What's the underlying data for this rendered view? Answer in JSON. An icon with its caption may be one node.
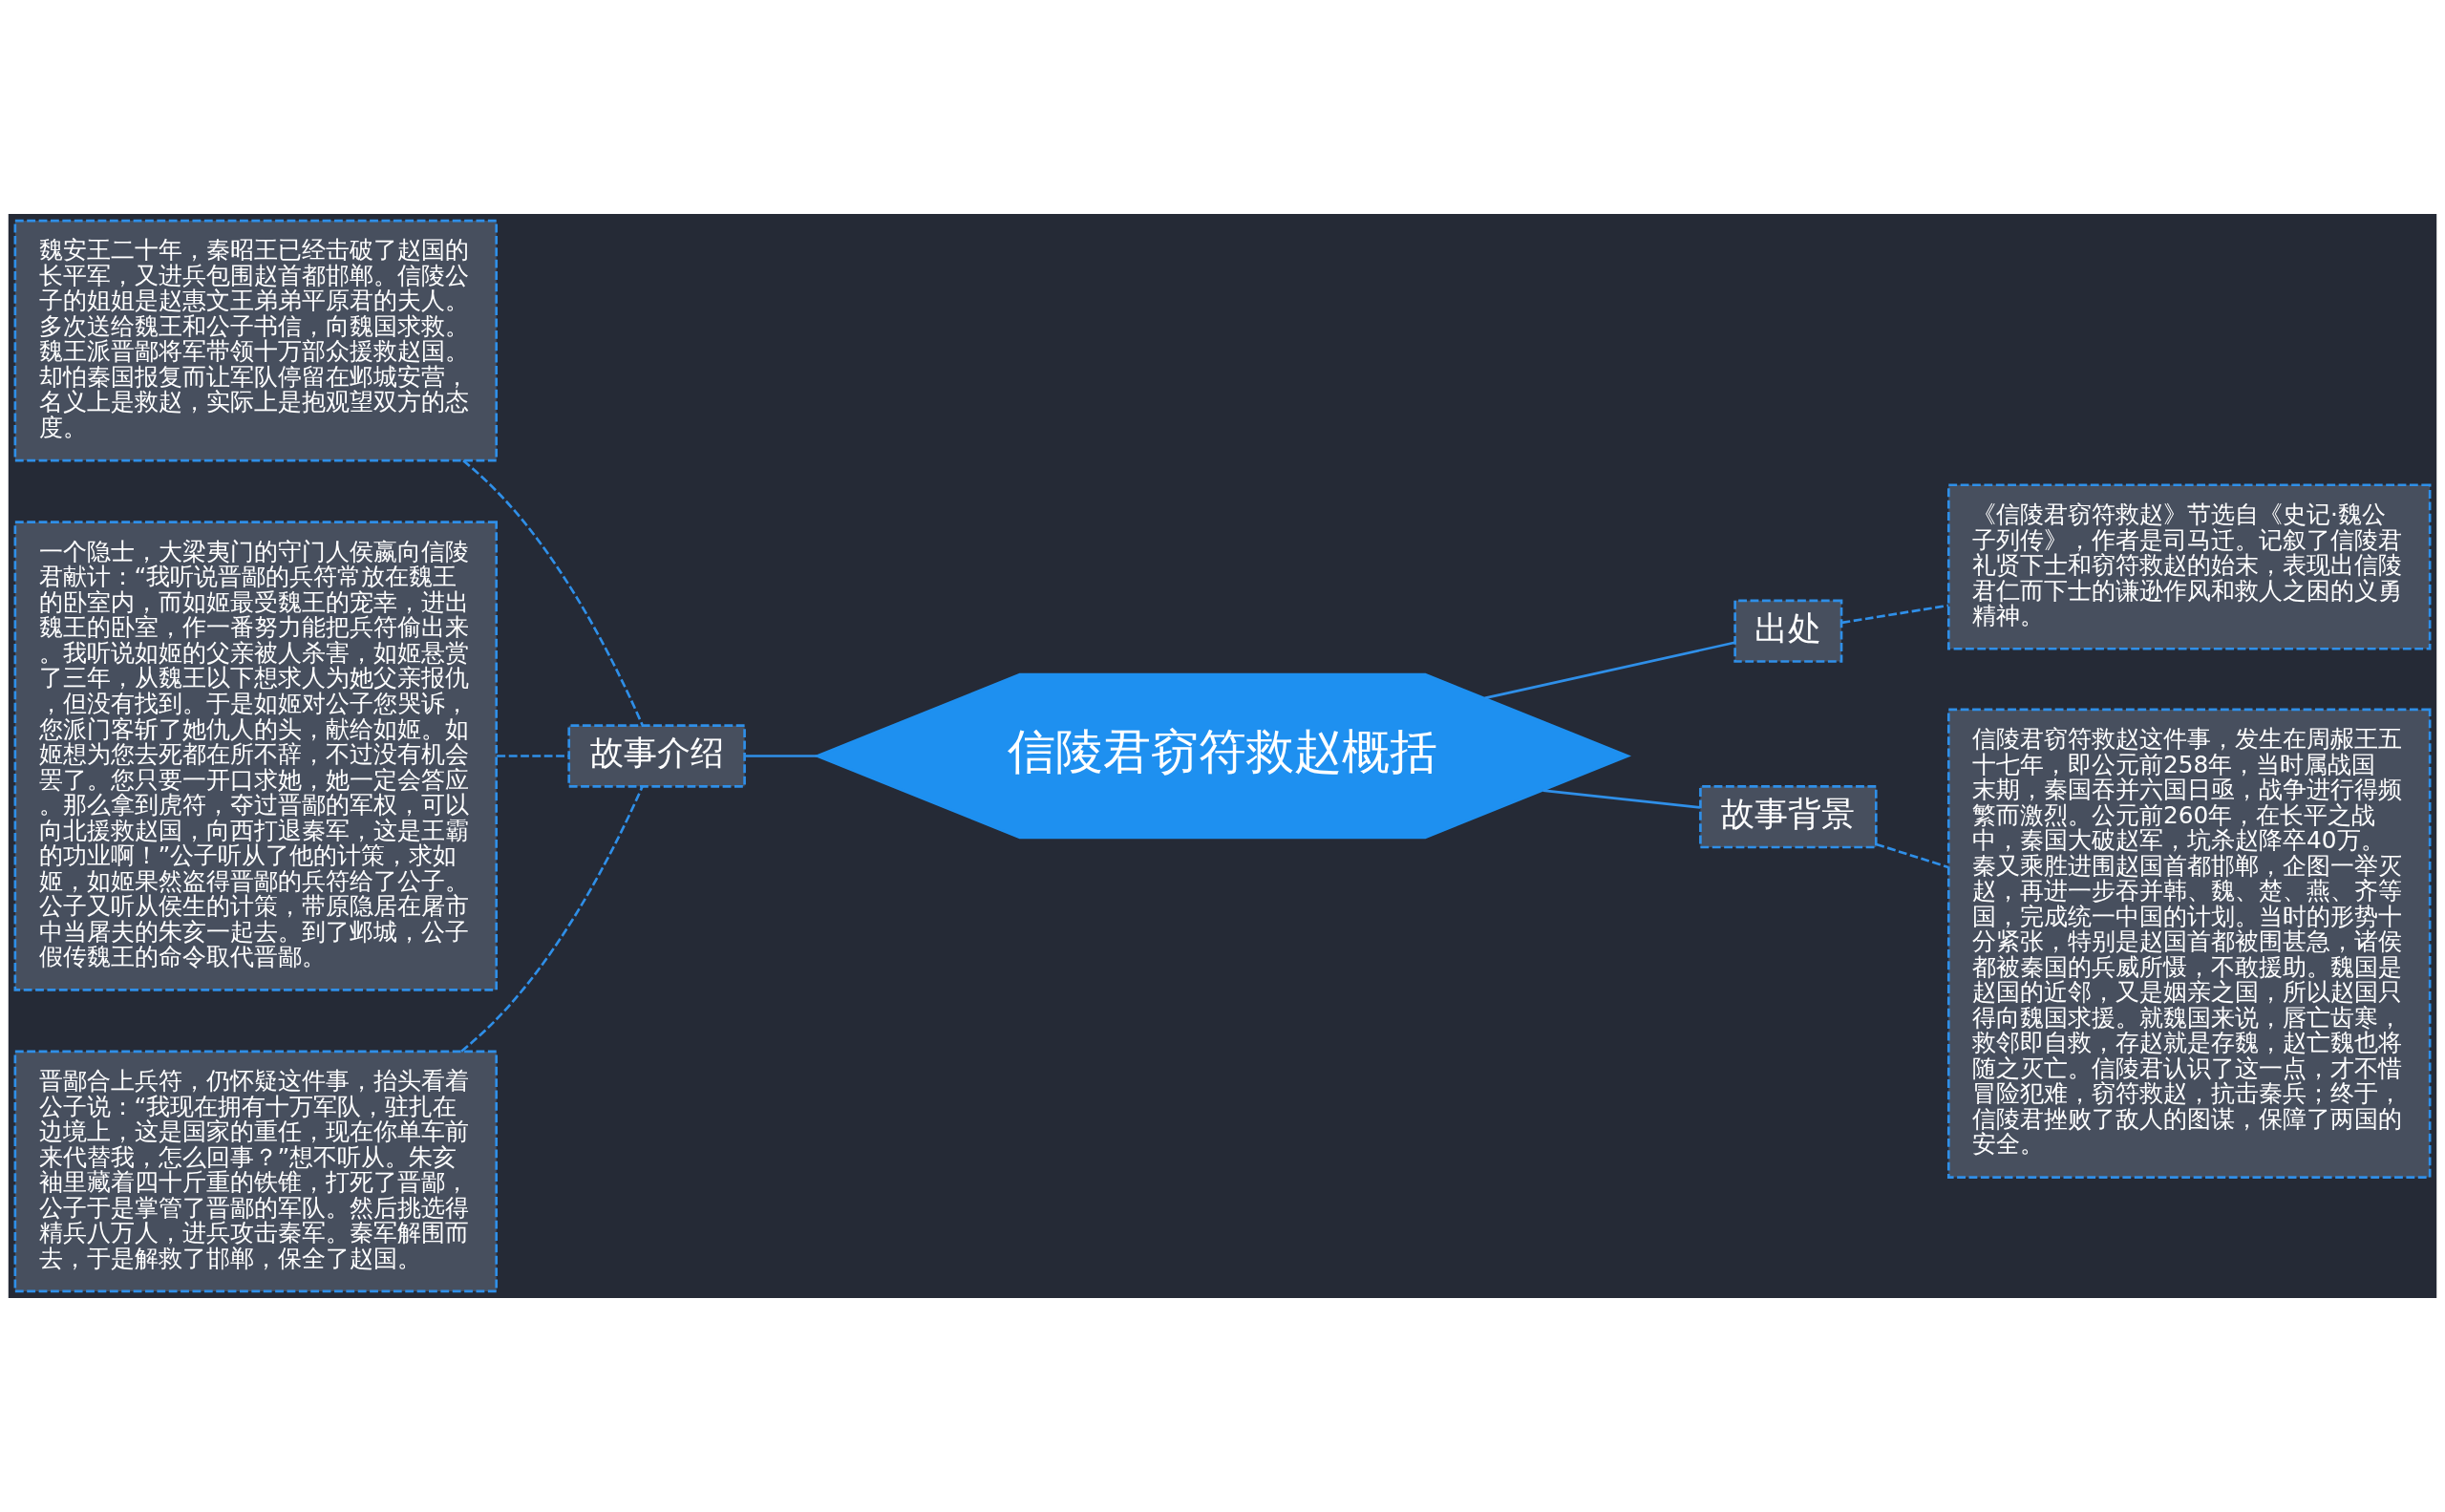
{
  "diagram": {
    "nodes": [
      {
        "text": [
          "信陵君窃符救赵概括"
        ]
      },
      {
        "text": [
          "故事介绍"
        ]
      },
      {
        "text": [
          "魏安王二十年，秦昭王已经击破了赵国的长平军，又进兵包围赵首都邯郸。信陵公子的姐姐是赵惠文王弟弟平原君的夫人。多次送给魏王和公子书信，向魏国求救。魏王派晋鄙将军带领十万部众援救赵国。却怕秦国报复而让军队停留在邺城安营，名义上是救赵，实际上是抱观望双方的态度。"
        ]
      },
      {
        "text": [
          "一个隐士，大梁夷门的守门人侯嬴向信陵君献计：“我听说晋鄙的兵符常放在魏王的卧室内，而如姬最受魏王的宠幸，进出魏王的卧室，作一番努力能把兵符偷出来。我听说如姬的父亲被人杀害，如姬悬赏了三年，从魏王以下想求人为她父亲报仇，但没有找到。于是如姬对公子您哭诉，您派门客斩了她仇人的头，献给如姬。如姬想为您去死都在所不辞，不过没有机会罢了。您只要一开口求她，她一定会答应。那么拿到虎符，夺过晋鄙的军权，可以向北援救赵国，向西打退秦军，这是王霸的功业啊！”公子听从了他的计策，求如姬，如姬果然盗得晋鄙的兵符给了公子。公子又听从侯生的计策，带原隐居在屠市中当屠夫的朱亥一起去。到了邺城，公子假传魏王的命令取代晋鄙。"
        ]
      },
      {
        "text": [
          "晋鄙合上兵符，仍怀疑这件事，抬头看着公子说：“我现在拥有十万军队，驻扎在边境上，这是国家的重任，现在你单车前来代替我，怎么回事？”想不听从。朱亥袖里藏着四十斤重的铁锥，打死了晋鄙，公子于是掌管了晋鄙的军队。然后挑选得精兵八万人，进兵攻击秦军。秦军解围而去，于是解救了邯郸，保全了赵国。"
        ]
      },
      {
        "text": [
          "出处"
        ]
      },
      {
        "text": [
          "《信陵君窃符救赵》节选自《史记·魏公子列传》，作者是司马迁。记叙了信陵君礼贤下士和窃符救赵的始末，表现出信陵君仁而下士的谦逊作风和救人之困的义勇精神。"
        ]
      },
      {
        "text": [
          "故事背景"
        ]
      },
      {
        "text": [
          "信陵君窃符救赵这件事，发生在周赧王五十七年，即公元前258年，当时属战国末期，秦国吞并六国日亟，战争进行得频繁而激烈。公元前260年，在长平之战中，秦国大破赵军，坑杀赵降卒40万。秦又乘胜进围赵国首都邯郸，企图一举灭赵，再进一步吞并韩、魏、楚、燕、齐等国，完成统一中国的计划。当时的形势十分紧张，特别是赵国首都被围甚急，诸侯都被秦国的兵威所慑，不敢援助。魏国是赵国的近邻，又是姻亲之国，所以赵国只得向魏国求援。就魏国来说，唇亡齿寒，救邻即自救，存赵就是存魏，赵亡魏也将随之灭亡。信陵君认识了这一点，才不惜冒险犯难，窃符救赵，抗击秦兵；终于，信陵君挫败了敌人的图谋，保障了两国的安全。"
        ]
      }
    ],
    "edges": [
      {
        "from": 0,
        "to": 1,
        "arrow": "none"
      },
      {
        "from": 1,
        "to": 2,
        "arrow": "none",
        "style": "dashed"
      },
      {
        "from": 1,
        "to": 3,
        "arrow": "none",
        "style": "dashed"
      },
      {
        "from": 1,
        "to": 4,
        "arrow": "none",
        "style": "dashed"
      },
      {
        "from": 0,
        "to": 5,
        "arrow": "none"
      },
      {
        "from": 5,
        "to": 6,
        "arrow": "none",
        "style": "dashed"
      },
      {
        "from": 0,
        "to": 7,
        "arrow": "none"
      },
      {
        "from": 7,
        "to": 8,
        "arrow": "none",
        "style": "dashed"
      }
    ]
  }
}
